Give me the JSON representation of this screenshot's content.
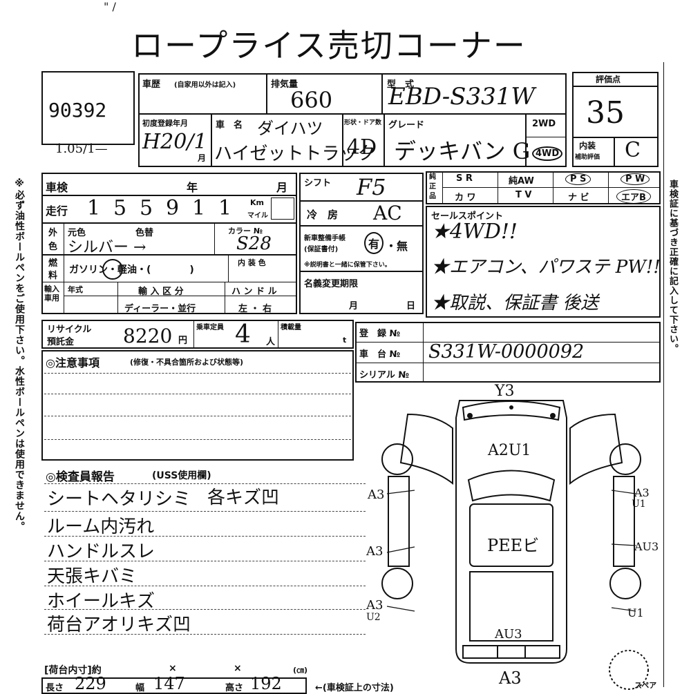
{
  "title": "ロープライス売切コーナー",
  "lot_number": "90392",
  "below_lot": "1.05/1—",
  "top_marks": "\" /",
  "header_labels": {
    "history": "車歴",
    "history_note": "(自家用以外は記入)",
    "displacement": "排気量",
    "model_type": "型　式",
    "score": "評価点",
    "first_reg": "初度登録年月",
    "car_name": "車　名",
    "shape_door": "形状・ドア数",
    "grade": "グレード",
    "drive_2wd": "2WD",
    "drive_4wd": "4WD",
    "interior": "内装",
    "interior_sub": "補助評価"
  },
  "header_values": {
    "displacement": "660",
    "model_type": "EBD-S331W",
    "score": "35",
    "first_reg": "H20/1",
    "first_reg_unit": "月",
    "car_name_1": "ダイハツ",
    "car_name_2": "ハイゼットトラック",
    "doors": "4D",
    "grade": "デッキバン G",
    "interior": "C"
  },
  "inspection": {
    "label": "車検",
    "year": "年",
    "month": "月"
  },
  "mileage": {
    "label": "走行",
    "digits": [
      "1",
      "5",
      "5",
      "9",
      "1",
      "1"
    ],
    "unit_km": "Km",
    "unit_mile": "マイル"
  },
  "color": {
    "label_top": "外",
    "label_bottom": "色",
    "original": "元色",
    "change": "色替",
    "value": "シルバー →",
    "color_no_label": "カラー №",
    "color_no": "S28"
  },
  "fuel": {
    "label_top": "燃",
    "label_bottom": "料",
    "options": "ガソリン・軽油・(　　　　)",
    "interior_color": "内 装 色"
  },
  "import": {
    "label": "輸入車用",
    "year": "年式",
    "category_label": "輸 入 区 分",
    "category": "ディーラー・並行",
    "handle_label": "ハ ン ド ル",
    "handle": "左 ・ 右"
  },
  "shift": {
    "label": "シフト",
    "value": "F5"
  },
  "ac": {
    "label": "冷　房",
    "value": "AC"
  },
  "manual": {
    "label": "新車整備手帳",
    "sub": "(保証書付)",
    "yes": "有",
    "sep": "・",
    "no": "無",
    "note": "※説明書と一緒に保管下さい。"
  },
  "name_change": {
    "label": "名義変更期限",
    "month": "月",
    "day": "日"
  },
  "equipment": {
    "side_label": "純正品",
    "row1": [
      "S R",
      "純AW",
      "P S",
      "P W"
    ],
    "row2": [
      "カ ワ",
      "T V",
      "ナ ビ",
      "エアB"
    ]
  },
  "sales_point": {
    "label": "セールスポイント",
    "lines": [
      "★4WD!!",
      "★エアコン、パワステ PW!!",
      "★取説、保証書 後送"
    ]
  },
  "recycle": {
    "label": "リサイクル",
    "label2": "預託金",
    "value": "8220",
    "unit": "円",
    "capacity_label": "乗車定員",
    "capacity": "4",
    "capacity_unit": "人",
    "load_label": "積載量",
    "load_unit": "t"
  },
  "registration": {
    "reg_no": "登　録 №",
    "chassis": "車　台 №",
    "chassis_value": "S331W-0000092",
    "serial": "シリアル №"
  },
  "notes_label": "◎注意事項",
  "notes_sub": "(修復・不具合箇所および状態等)",
  "report_label": "◎検査員報告",
  "report_sub": "(USS使用欄)",
  "report_lines": [
    {
      "text": "シートヘタリシミ",
      "extra": "各キズ凹"
    },
    {
      "text": "ルーム内汚れ",
      "extra": ""
    },
    {
      "text": "ハンドルスレ",
      "extra": ""
    },
    {
      "text": "天張キバミ",
      "extra": ""
    },
    {
      "text": "ホイールキズ",
      "extra": ""
    },
    {
      "text": "荷台アオリキズ凹",
      "extra": ""
    }
  ],
  "bed": {
    "label": "[荷台内寸]約",
    "x1": "×",
    "x2": "×",
    "unit": "(㎝)",
    "len_label": "長さ",
    "len_val": "229",
    "width_label": "幅",
    "width_val": "147",
    "height_label": "高さ",
    "height_val": "192",
    "note": "←(車検証上の寸法)"
  },
  "diagram": {
    "front": "Y3",
    "rear": "A3",
    "bottom_bumper": "AU3",
    "hood": "A2U1",
    "roof": "PEEビ",
    "left_1": "A3",
    "left_2": "A3",
    "left_3": "A3",
    "left_3b": "U2",
    "right_1": "A3",
    "right_1b": "U1",
    "right_2": "AU3",
    "right_3": "U1",
    "spare": "スペア"
  },
  "left_margin": "※必ず油性ボールペンをご使用下さい。水性ボールペンは使用できません。",
  "right_margin": "車検証に基づき正確に記入して下さい。"
}
